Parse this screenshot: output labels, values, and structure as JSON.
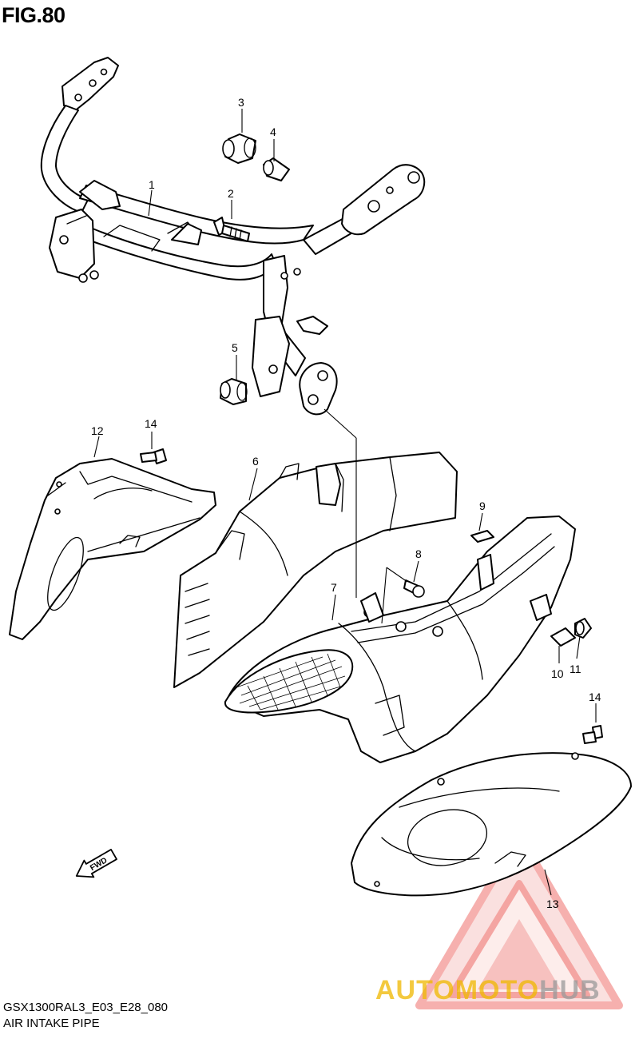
{
  "figure": {
    "title": "FIG.80",
    "code": "GSX1300RAL3_E03_E28_080",
    "name": "AIR INTAKE PIPE"
  },
  "callouts": [
    {
      "id": "callout-1",
      "label": "1"
    },
    {
      "id": "callout-2",
      "label": "2"
    },
    {
      "id": "callout-3",
      "label": "3"
    },
    {
      "id": "callout-4",
      "label": "4"
    },
    {
      "id": "callout-5",
      "label": "5"
    },
    {
      "id": "callout-6",
      "label": "6"
    },
    {
      "id": "callout-7",
      "label": "7"
    },
    {
      "id": "callout-8",
      "label": "8"
    },
    {
      "id": "callout-9",
      "label": "9"
    },
    {
      "id": "callout-10",
      "label": "10"
    },
    {
      "id": "callout-11",
      "label": "11"
    },
    {
      "id": "callout-12",
      "label": "12"
    },
    {
      "id": "callout-13",
      "label": "13"
    },
    {
      "id": "callout-14a",
      "label": "14"
    },
    {
      "id": "callout-14b",
      "label": "14"
    }
  ],
  "fwd_arrow": {
    "label": "FWD"
  },
  "watermark": {
    "part1": "AUTOMOTO",
    "part2": "HUB",
    "color_primary": "#f0b800",
    "color_secondary": "#9a9a9a",
    "triangle_color": "#e8403a"
  }
}
